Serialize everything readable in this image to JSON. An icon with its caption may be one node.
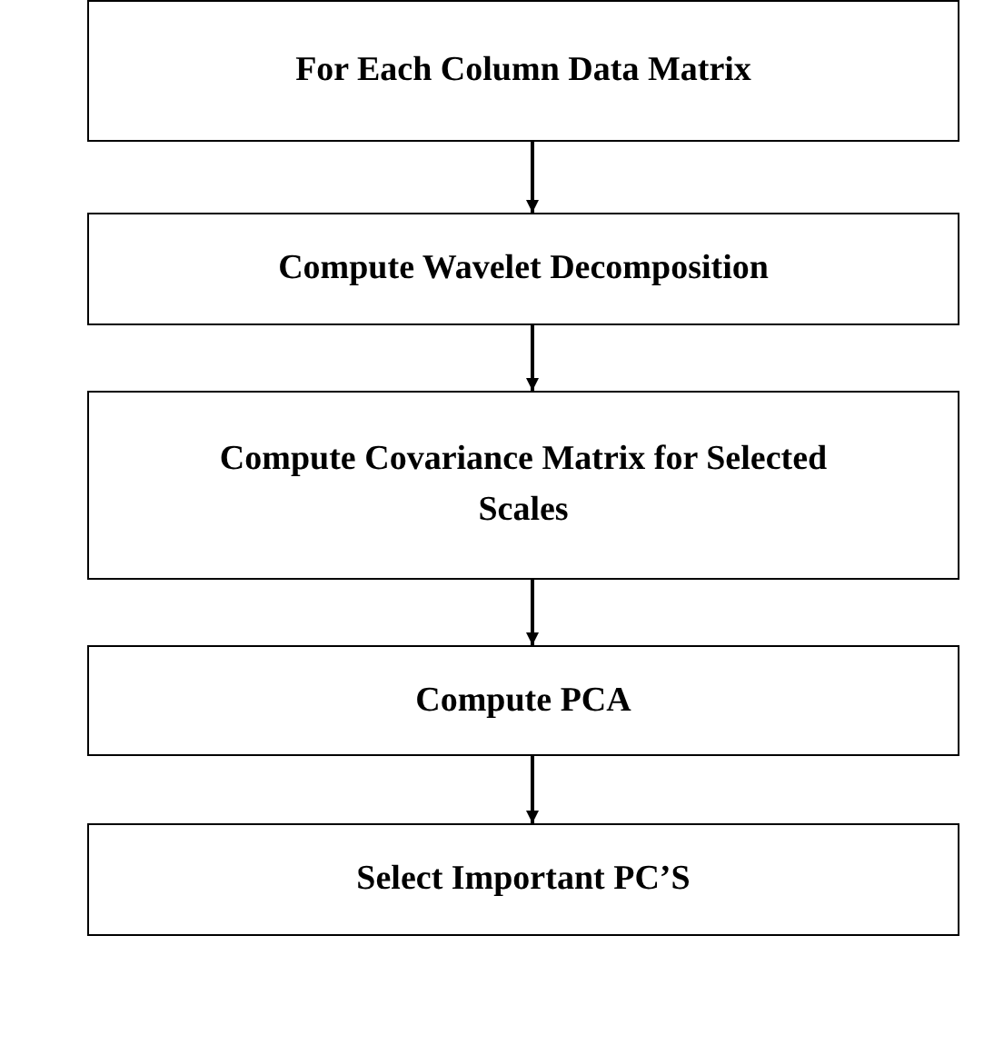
{
  "diagram": {
    "nodes": [
      {
        "text": [
          "For Each Column Data Matrix"
        ]
      },
      {
        "text": [
          "Compute Wavelet Decomposition"
        ]
      },
      {
        "text": [
          "Compute Covariance Matrix for Selected Scales"
        ]
      },
      {
        "text": [
          "Compute PCA"
        ]
      },
      {
        "text": [
          "Select Important PC’S"
        ]
      }
    ],
    "edges": [
      {
        "from": 0,
        "to": 1,
        "arrow": "to"
      },
      {
        "from": 1,
        "to": 2,
        "arrow": "to"
      },
      {
        "from": 2,
        "to": 3,
        "arrow": "to"
      },
      {
        "from": 3,
        "to": 4,
        "arrow": "to"
      }
    ]
  }
}
